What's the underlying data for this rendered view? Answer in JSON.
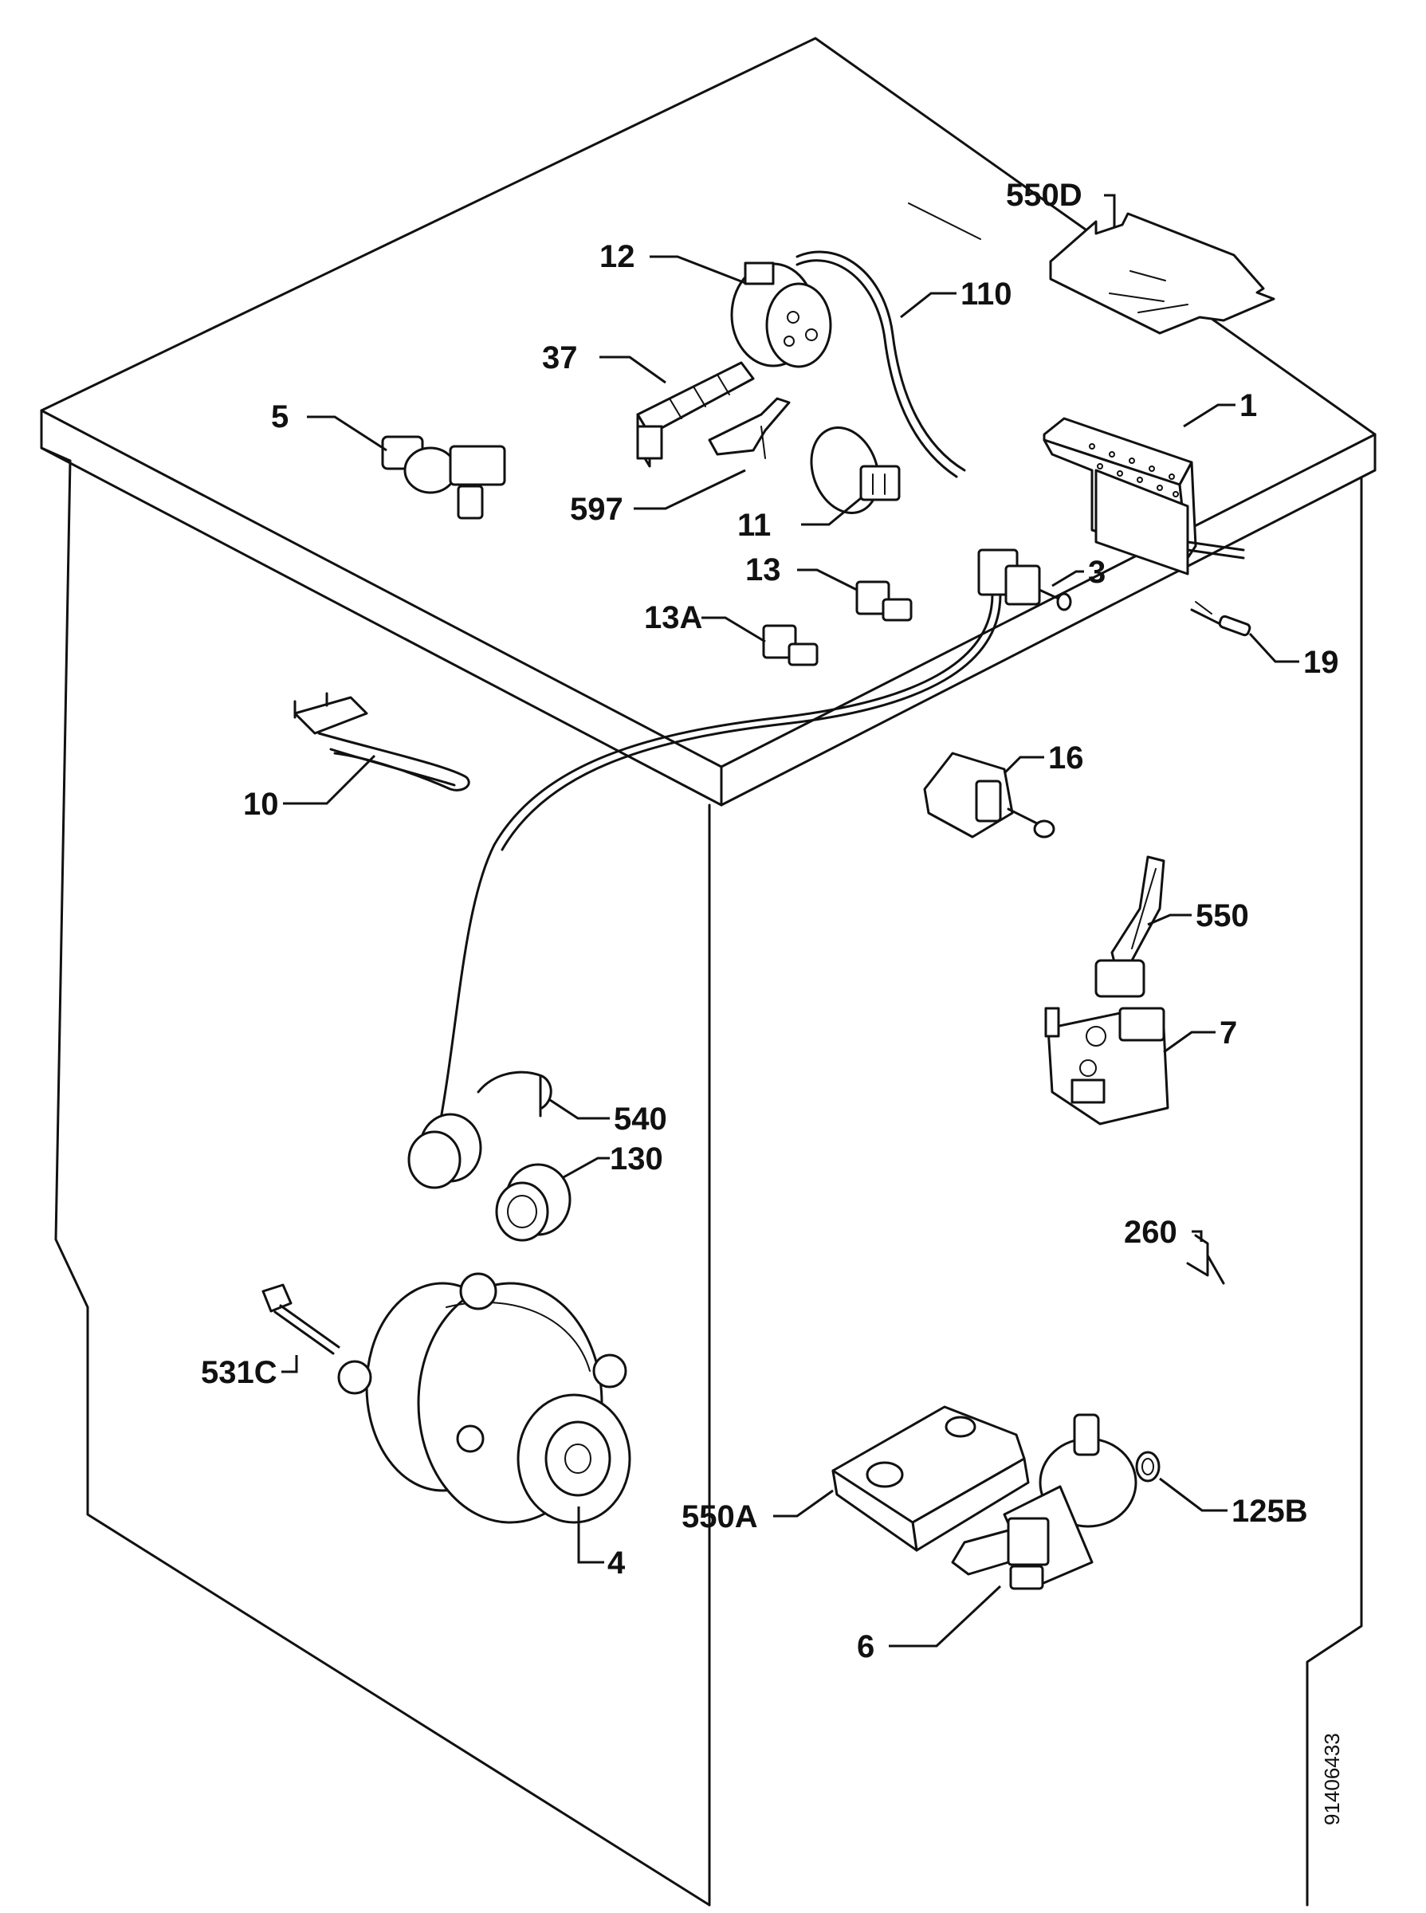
{
  "labels": {
    "p550D": "550D",
    "p12": "12",
    "p110": "110",
    "p37": "37",
    "p5": "5",
    "p1": "1",
    "p597": "597",
    "p11": "11",
    "p13": "13",
    "p3": "3",
    "p13A": "13A",
    "p19": "19",
    "p16": "16",
    "p10": "10",
    "p550": "550",
    "p7": "7",
    "p540": "540",
    "p130": "130",
    "p260": "260",
    "p531C": "531C",
    "p4": "4",
    "p125B": "125B",
    "p550A": "550A",
    "p6": "6"
  },
  "drawing_code": "91406433"
}
